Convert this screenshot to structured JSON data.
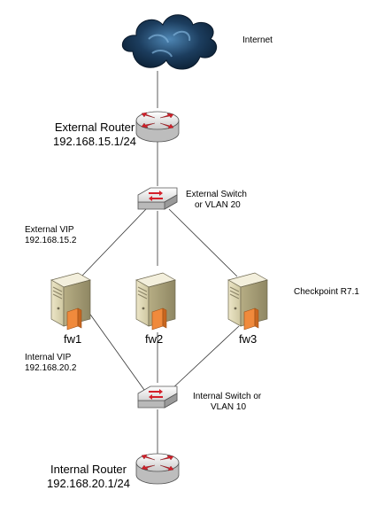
{
  "labels": {
    "internet": "Internet",
    "external_router_name": "External Router",
    "external_router_ip": "192.168.15.1/24",
    "external_switch_line1": "External Switch",
    "external_switch_line2": "or VLAN 20",
    "external_vip_line1": "External VIP",
    "external_vip_line2": "192.168.15.2",
    "checkpoint": "Checkpoint R7.1",
    "fw1": "fw1",
    "fw2": "fw2",
    "fw3": "fw3",
    "internal_vip_line1": "Internal VIP",
    "internal_vip_line2": "192.168.20.2",
    "internal_switch_line1": "Internal Switch or",
    "internal_switch_line2": "VLAN 10",
    "internal_router_name": "Internal Router",
    "internal_router_ip": "192.168.20.1/24"
  },
  "icons": {
    "cloud": "cloud-icon",
    "router": "router-icon",
    "switch": "switch-icon",
    "server": "server-icon"
  },
  "colors": {
    "cloud_dark": "#0b1f33",
    "cloud_light": "#4e86b4",
    "router_arrow": "#d4202a",
    "server_body": "#ddd6b4",
    "server_accent": "#f08a3c",
    "line": "#333333"
  }
}
